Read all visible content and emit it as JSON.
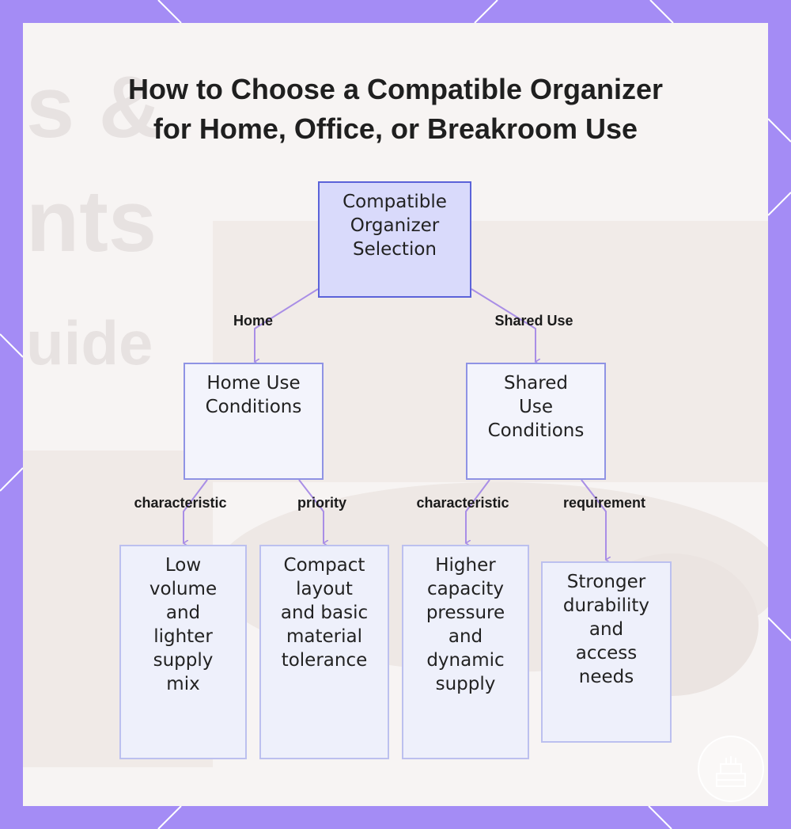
{
  "title": {
    "line1": "How to Choose a Compatible Organizer",
    "line2": "for Home, Office, or Breakroom Use"
  },
  "background_text": {
    "line1": "s &",
    "line2": "nts",
    "line3": "uide"
  },
  "nodes": {
    "root": {
      "lines": [
        "Compatible",
        "Organizer",
        "Selection"
      ]
    },
    "home": {
      "lines": [
        "Home Use",
        "Conditions"
      ]
    },
    "shared": {
      "lines": [
        "Shared",
        "Use",
        "Conditions"
      ]
    },
    "home_char": {
      "lines": [
        "Low",
        "volume",
        "and",
        "lighter",
        "supply",
        "mix"
      ]
    },
    "home_priority": {
      "lines": [
        "Compact",
        "layout",
        "and basic",
        "material",
        "tolerance"
      ]
    },
    "shared_char": {
      "lines": [
        "Higher",
        "capacity",
        "pressure",
        "and",
        "dynamic",
        "supply"
      ]
    },
    "shared_req": {
      "lines": [
        "Stronger",
        "durability",
        "and",
        "access",
        "needs"
      ]
    }
  },
  "edge_labels": {
    "home": "Home",
    "shared": "Shared Use",
    "home_char": "characteristic",
    "home_priority": "priority",
    "shared_char": "characteristic",
    "shared_req": "requirement"
  },
  "icons": {
    "logo": "cake-logo-icon"
  },
  "colors": {
    "frame": "#a48cf5",
    "edge": "#a98ee6",
    "root_fill": "#d9dafb",
    "root_border": "#5b63d9",
    "node_border": "#8f93e4"
  }
}
